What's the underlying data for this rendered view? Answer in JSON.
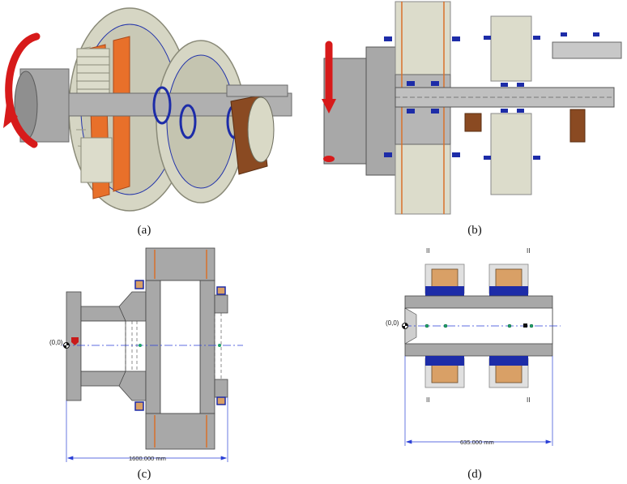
{
  "captions": {
    "a": "(a)",
    "b": "(b)",
    "c": "(c)",
    "d": "(d)"
  },
  "panel_c": {
    "origin_label": "(0,0)",
    "dimension_label": "1600.000 mm"
  },
  "panel_d": {
    "origin_label": "(0,0)",
    "dimension_label": "635.000 mm",
    "marker": "II"
  },
  "colors": {
    "housing_gray": "#a8a8a8",
    "gear_beige": "#dcdccb",
    "orange": "#e8702a",
    "rotation_arrow_red": "#d71a1a",
    "bearing_blue": "#1d2ca8",
    "bearing_tan": "#d9a066",
    "dimension_blue": "#2a3fd6"
  }
}
